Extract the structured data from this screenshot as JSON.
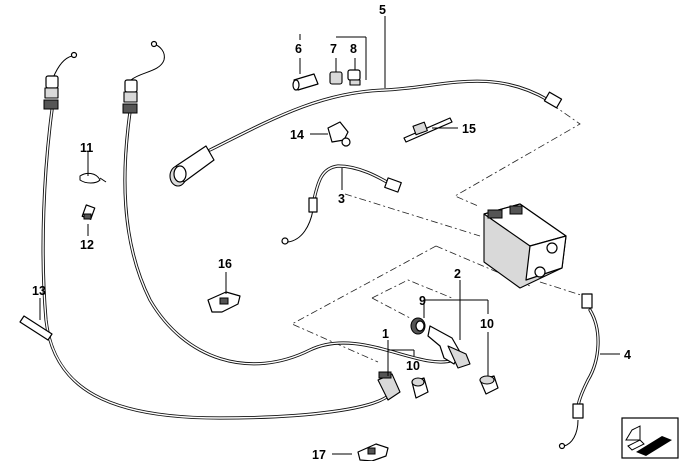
{
  "callouts": {
    "c1": "1",
    "c2": "2",
    "c3": "3",
    "c4": "4",
    "c5": "5",
    "c6": "6",
    "c7": "7",
    "c8": "8",
    "c9": "9",
    "c10a": "10",
    "c10b": "10",
    "c11": "11",
    "c12": "12",
    "c13": "13",
    "c14": "14",
    "c15": "15",
    "c16": "16",
    "c17": "17"
  },
  "icons": {
    "corner_symbol": "folded-arrow-icon"
  }
}
